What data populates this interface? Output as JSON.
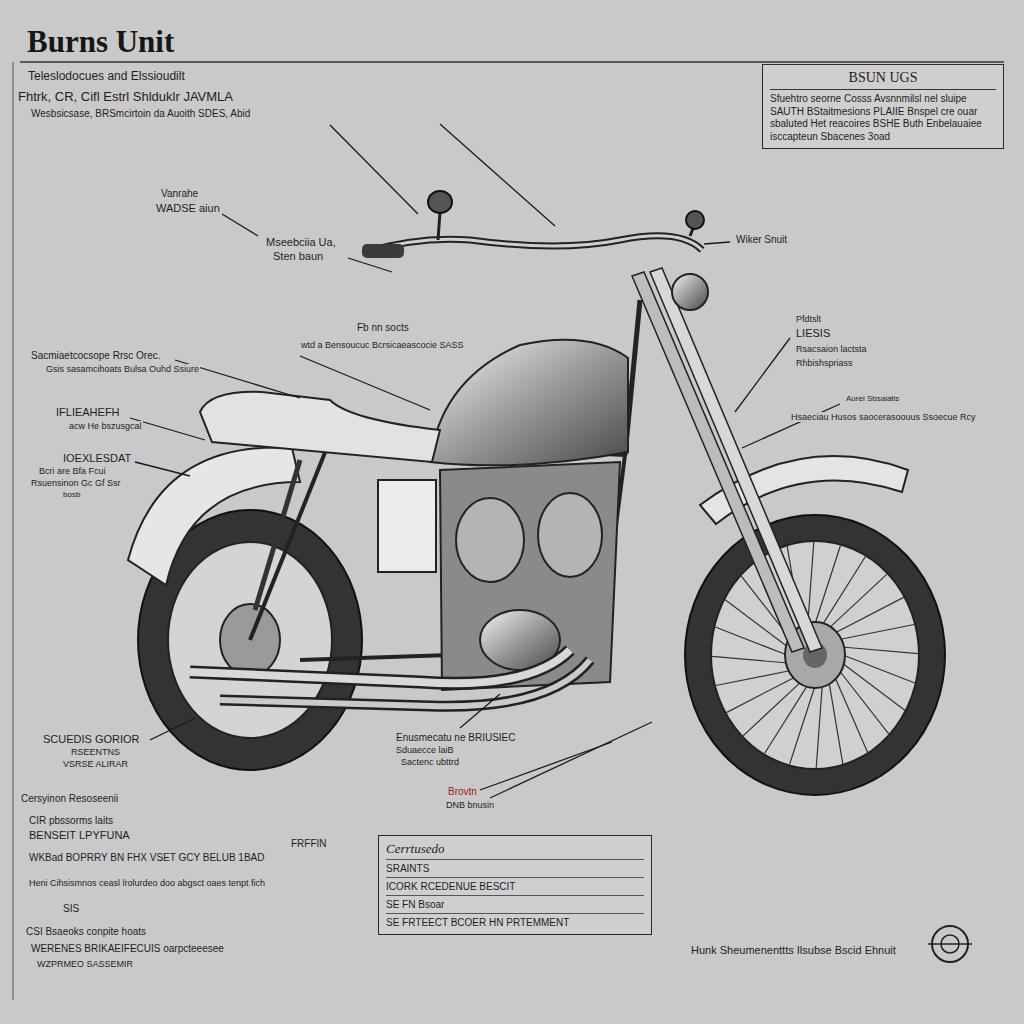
{
  "diagram": {
    "title": "Burns Unit",
    "nodes": [
      {
        "text": [
          "BSUN UGS",
          "Sfuehtro seorne Cosss Avsnnmilsl nel sluipe SAUTH BStaitmesions PLAIIE Bnspel cre ouar sbaluted Het reacoires BSHE Buth Enbelauaiee isccapteun Sbacenes 3oad"
        ]
      },
      {
        "text": [
          "Cerrtusedo",
          "SRAINTS",
          "ICORK RCEDENUE BESCIT",
          "SE FN Bsoar",
          "SE FRTEECT BCOER HN PRTEMMENT"
        ]
      }
    ],
    "labels": [
      "Teleslodocues and Elssioudilt",
      "Fhtrk, CR, Cifl Estrl Shlduklr JAVMLA",
      "Wesbsicsase, BRSmcirtoin da Auoith SDES, Abid",
      "Vanrahe",
      "WADSE aiun",
      "Mseebciia Ua,",
      "Sten baun",
      "Fb nn socts",
      "wtd a Bensoucuc Bcrsicaeascocie SASS",
      "Sacmiaetcocsope Rrsc Orec.",
      "Gsis sasamcihoats Bulsa Ouhd Ssiure",
      "IFLIEAHEFH",
      "acw He bszusgcal",
      "IOEXLESDAT",
      "Bcri are Bfa Fcui",
      "Rsuensinon Gc Gf Ssr",
      "bosb",
      "Wiker Snuit",
      "Pfdtslt",
      "LIESIS",
      "Rsacsaion lactsta",
      "Rhbishspriass",
      "Aurei Sbsaiatis",
      "Hsaeciau Husos saocerasoouus Ssoecue Rcy",
      "SCUEDIS GORIOR",
      "RSEENTNS",
      "VSRSE ALIRAR",
      "Enusmecatu ne BRIUSIEC",
      "Sduaecce laiB",
      "Sactenc ubttrd",
      "Brovtn",
      "DNB bnusin",
      "Cersyinon Resoseenii",
      "CIR pbssorms laits",
      "BENSEIT LPYFUNA",
      "WKBad BOPRRY BN FHX VSET GCY BELUB 1BAD",
      "FRFFIN",
      "Heni Cihsismnos ceasl lrolurdeo doo abgsct oaes tenpt fich",
      "SIS",
      "CSI Bsaeoks conpite hoats",
      "WERENES BRIKAEIFECUIS oarpcteeesee",
      "WZPRMEO SASSEMIR",
      "Hunk Sheumenenttts Ilsubse Bscid Ehnuit"
    ]
  }
}
